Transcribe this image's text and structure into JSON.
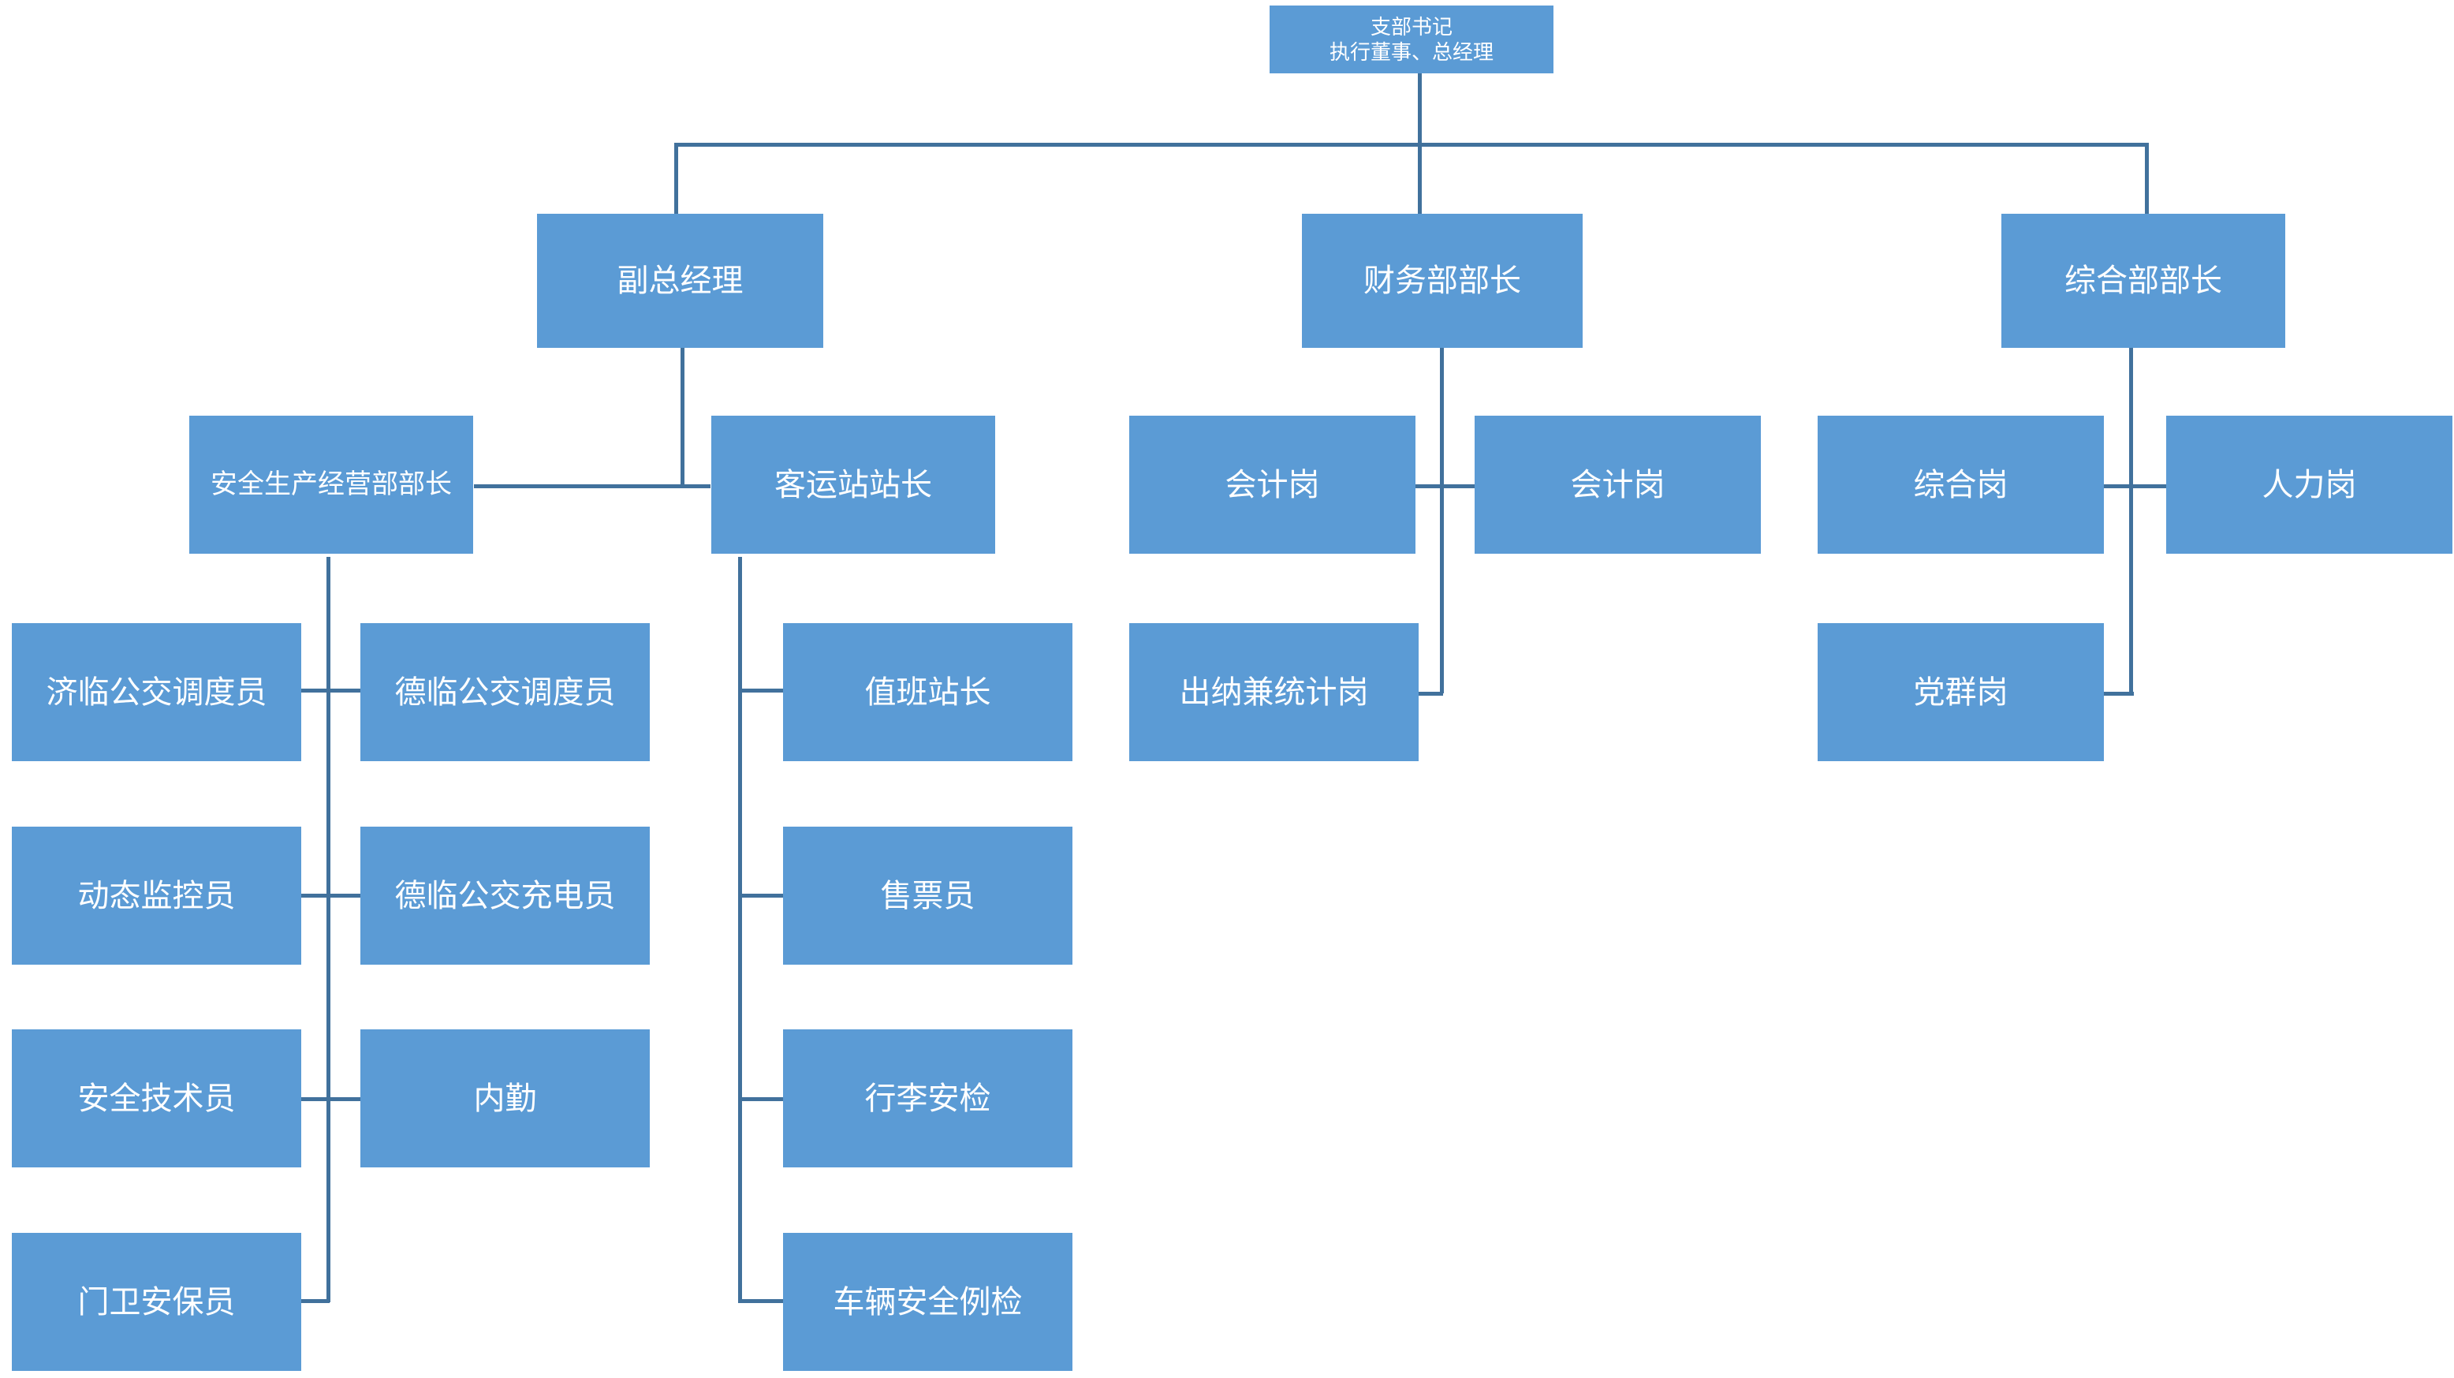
{
  "chart_meta": {
    "type": "org-chart",
    "title": "",
    "node_fill": "#5B9BD5",
    "node_text_color": "#FFFFFF",
    "connector_color": "#41719C",
    "background": "#FFFFFF"
  },
  "nodes": {
    "root": {
      "label": "支部书记\n执行董事、总经理"
    },
    "deputy_gm": {
      "label": "副总经理"
    },
    "finance_head": {
      "label": "财务部部长"
    },
    "general_head": {
      "label": "综合部部长"
    },
    "safety_head": {
      "label": "安全生产经营部部长"
    },
    "station_head": {
      "label": "客运站站长"
    },
    "accountant_1": {
      "label": "会计岗"
    },
    "accountant_2": {
      "label": "会计岗"
    },
    "general_post": {
      "label": "综合岗"
    },
    "hr_post": {
      "label": "人力岗"
    },
    "cashier_stats": {
      "label": "出纳兼统计岗"
    },
    "party_post": {
      "label": "党群岗"
    },
    "jilin_dispatcher": {
      "label": "济临公交调度员"
    },
    "delin_dispatcher": {
      "label": "德临公交调度员"
    },
    "dynamic_monitor": {
      "label": "动态监控员"
    },
    "delin_charger": {
      "label": "德临公交充电员"
    },
    "safety_technician": {
      "label": "安全技术员"
    },
    "office_clerk": {
      "label": "内勤"
    },
    "gate_guard": {
      "label": "门卫安保员"
    },
    "duty_station_master": {
      "label": "值班站长"
    },
    "ticket_seller": {
      "label": "售票员"
    },
    "baggage_security": {
      "label": "行李安检"
    },
    "vehicle_inspection": {
      "label": "车辆安全例检"
    }
  },
  "hierarchy": [
    {
      "parent": "root",
      "children": [
        "deputy_gm",
        "finance_head",
        "general_head"
      ]
    },
    {
      "parent": "deputy_gm",
      "children": [
        "safety_head",
        "station_head"
      ]
    },
    {
      "parent": "finance_head",
      "children": [
        "accountant_1",
        "accountant_2",
        "cashier_stats"
      ]
    },
    {
      "parent": "general_head",
      "children": [
        "general_post",
        "hr_post",
        "party_post"
      ]
    },
    {
      "parent": "safety_head",
      "children": [
        "jilin_dispatcher",
        "delin_dispatcher",
        "dynamic_monitor",
        "delin_charger",
        "safety_technician",
        "office_clerk",
        "gate_guard"
      ]
    },
    {
      "parent": "station_head",
      "children": [
        "duty_station_master",
        "ticket_seller",
        "baggage_security",
        "vehicle_inspection"
      ]
    }
  ]
}
